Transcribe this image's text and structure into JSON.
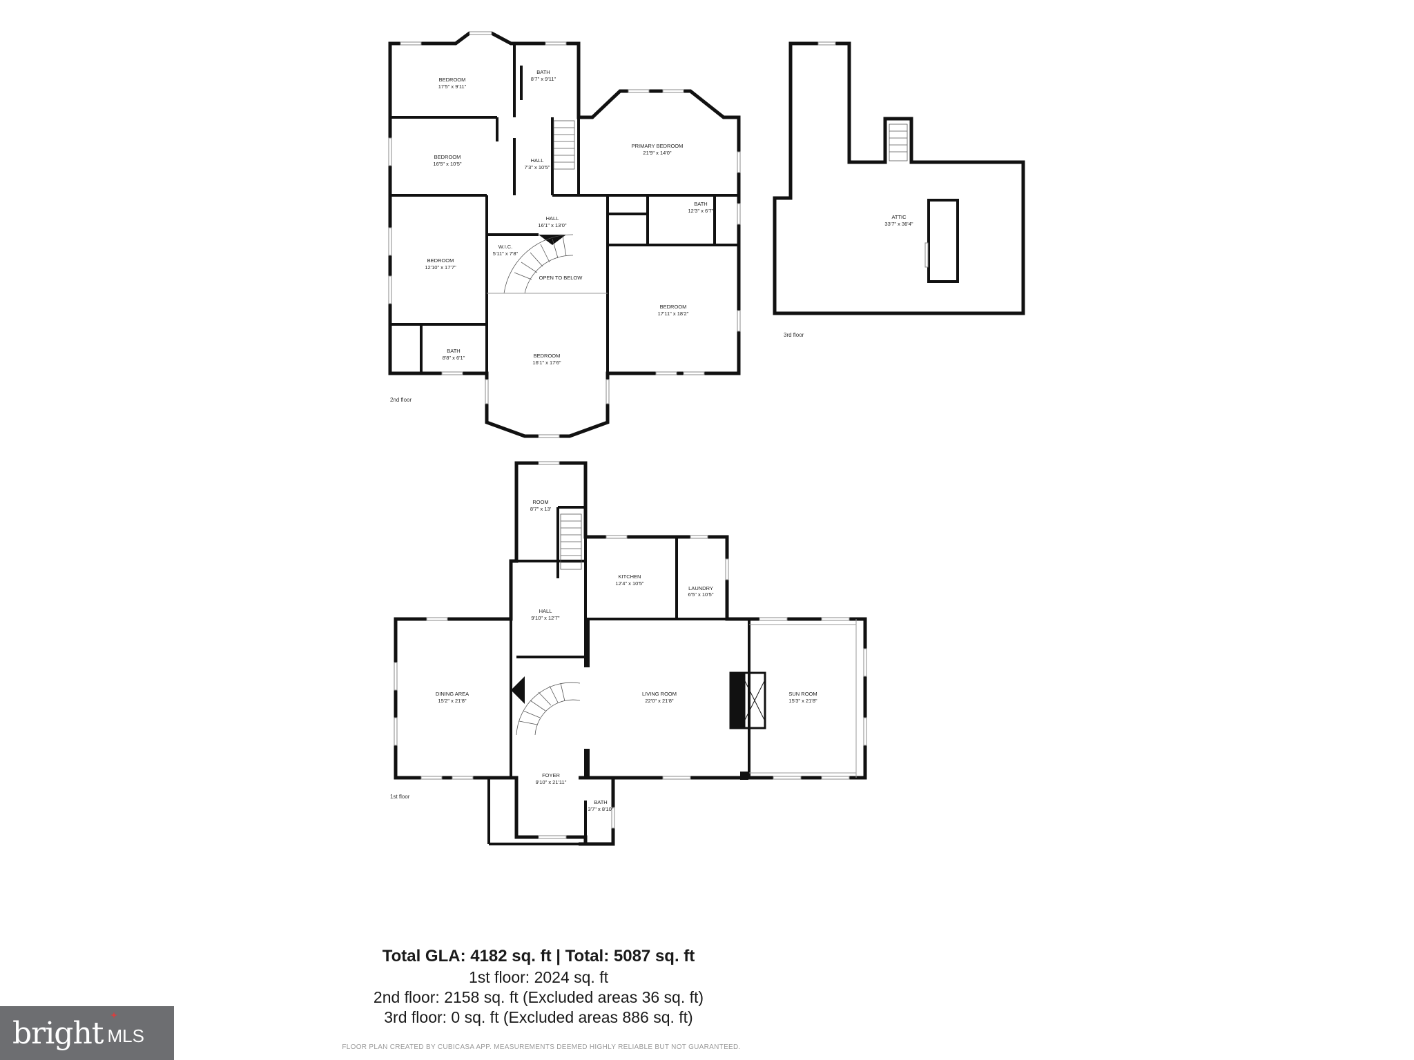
{
  "floors": {
    "second": {
      "label": "2nd floor",
      "rooms": [
        {
          "name": "BEDROOM",
          "size": "17'5\" x 9'11\""
        },
        {
          "name": "BATH",
          "size": "8'7\" x 9'11\""
        },
        {
          "name": "BEDROOM",
          "size": "16'5\" x 10'5\""
        },
        {
          "name": "HALL",
          "size": "7'3\" x 10'5\""
        },
        {
          "name": "PRIMARY BEDROOM",
          "size": "21'9\" x 14'0\""
        },
        {
          "name": "HALL",
          "size": "16'1\" x 13'0\""
        },
        {
          "name": "BATH",
          "size": "12'3\" x 6'7\""
        },
        {
          "name": "W.I.C.",
          "size": "5'11\" x 7'8\""
        },
        {
          "name": "OPEN TO BELOW",
          "size": ""
        },
        {
          "name": "BEDROOM",
          "size": "12'10\" x 17'7\""
        },
        {
          "name": "BEDROOM",
          "size": "17'11\" x 18'2\""
        },
        {
          "name": "BATH",
          "size": "8'8\" x 6'1\""
        },
        {
          "name": "BEDROOM",
          "size": "16'1\" x 17'6\""
        }
      ]
    },
    "third": {
      "label": "3rd floor",
      "rooms": [
        {
          "name": "ATTIC",
          "size": "33'7\" x 36'4\""
        }
      ]
    },
    "first": {
      "label": "1st floor",
      "rooms": [
        {
          "name": "ROOM",
          "size": "8'7\" x 13'"
        },
        {
          "name": "KITCHEN",
          "size": "12'4\" x 10'5\""
        },
        {
          "name": "LAUNDRY",
          "size": "6'5\" x 10'5\""
        },
        {
          "name": "HALL",
          "size": "9'10\" x 12'7\""
        },
        {
          "name": "DINING AREA",
          "size": "15'2\" x 21'8\""
        },
        {
          "name": "LIVING ROOM",
          "size": "22'0\" x 21'8\""
        },
        {
          "name": "SUN ROOM",
          "size": "15'3\" x 21'8\""
        },
        {
          "name": "FOYER",
          "size": "9'10\" x 21'11\""
        },
        {
          "name": "BATH",
          "size": "3'7\" x 8'10\""
        }
      ]
    }
  },
  "summary": {
    "total": "Total GLA: 4182 sq. ft | Total: 5087 sq. ft",
    "first": "1st floor: 2024 sq. ft",
    "second": "2nd floor: 2158 sq. ft (Excluded areas 36 sq. ft)",
    "third": "3rd floor: 0 sq. ft (Excluded areas 886 sq. ft)"
  },
  "disclaimer": "FLOOR PLAN CREATED BY CUBICASA APP. MEASUREMENTS DEEMED HIGHLY RELIABLE BUT NOT GUARANTEED.",
  "logo": {
    "brand": "bright",
    "suffix": "MLS",
    "background": "#6d6e71"
  },
  "colors": {
    "walls": "#111111",
    "windows": "#8a8a8a",
    "background": "#ffffff"
  }
}
